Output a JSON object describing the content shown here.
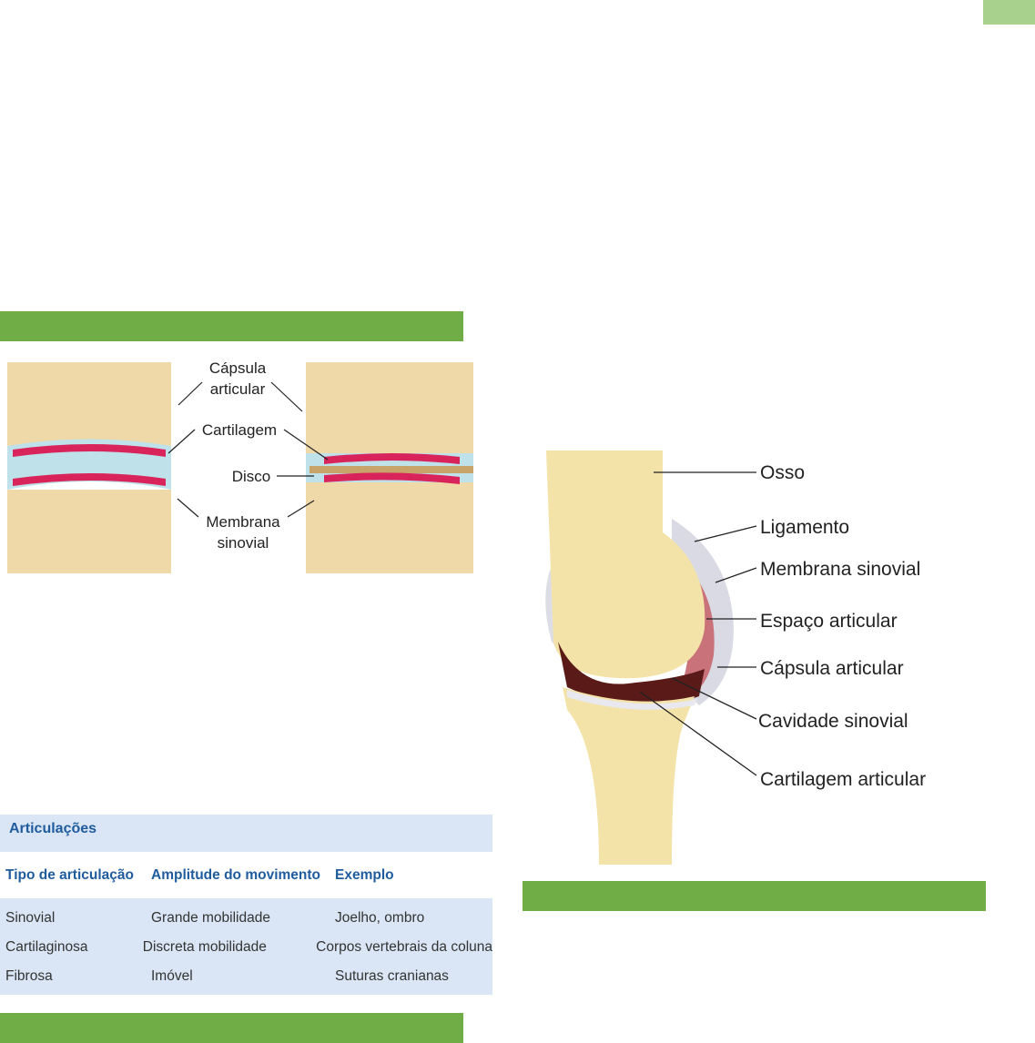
{
  "figure1": {
    "labels": [
      "Cápsula",
      "articular",
      "Cartilagem",
      "Disco",
      "Membrana",
      "sinovial"
    ]
  },
  "figure2": {
    "labels": [
      "Osso",
      "Ligamento",
      "Membrana sinovial",
      "Espaço articular",
      "Cápsula articular",
      "Cavidade sinovial",
      "Cartilagem articular"
    ]
  },
  "table": {
    "title": "Articulações",
    "headers": [
      "Tipo de articulação",
      "Amplitude do movimento",
      "Exemplo"
    ],
    "rows": [
      [
        "Sinovial",
        "Grande mobilidade",
        "Joelho, ombro"
      ],
      [
        "Cartilaginosa",
        "Discreta mobilidade",
        "Corpos vertebrais da coluna"
      ],
      [
        "Fibrosa",
        "Imóvel",
        "Suturas cranianas"
      ]
    ]
  },
  "colors": {
    "bar": "#70ad47",
    "corner": "#a9d18e",
    "tableBg": "#dae6f5",
    "tableText": "#1f5c9e"
  }
}
